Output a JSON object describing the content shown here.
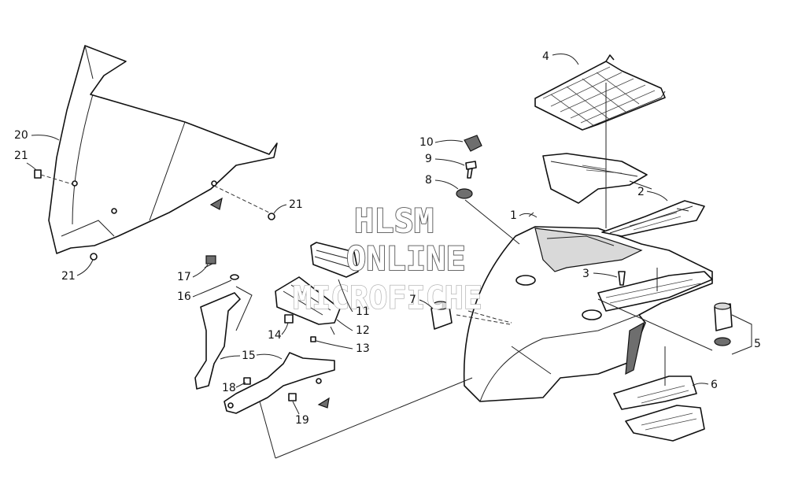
{
  "watermark": {
    "line1": "HLSM",
    "line2": "ONLINE",
    "line3": "MICROFICHE"
  },
  "callouts": {
    "c1": "1",
    "c2": "2",
    "c3": "3",
    "c4": "4",
    "c5": "5",
    "c6": "6",
    "c7": "7",
    "c8": "8",
    "c9": "9",
    "c10": "10",
    "c11": "11",
    "c12": "12",
    "c13": "13",
    "c14": "14",
    "c15": "15",
    "c16": "16",
    "c17": "17",
    "c18": "18",
    "c19": "19",
    "c20": "20",
    "c21a": "21",
    "c21b": "21",
    "c21c": "21"
  },
  "colors": {
    "line": "#111111",
    "shade": "#d9d9d9",
    "watermark": "#555555"
  }
}
